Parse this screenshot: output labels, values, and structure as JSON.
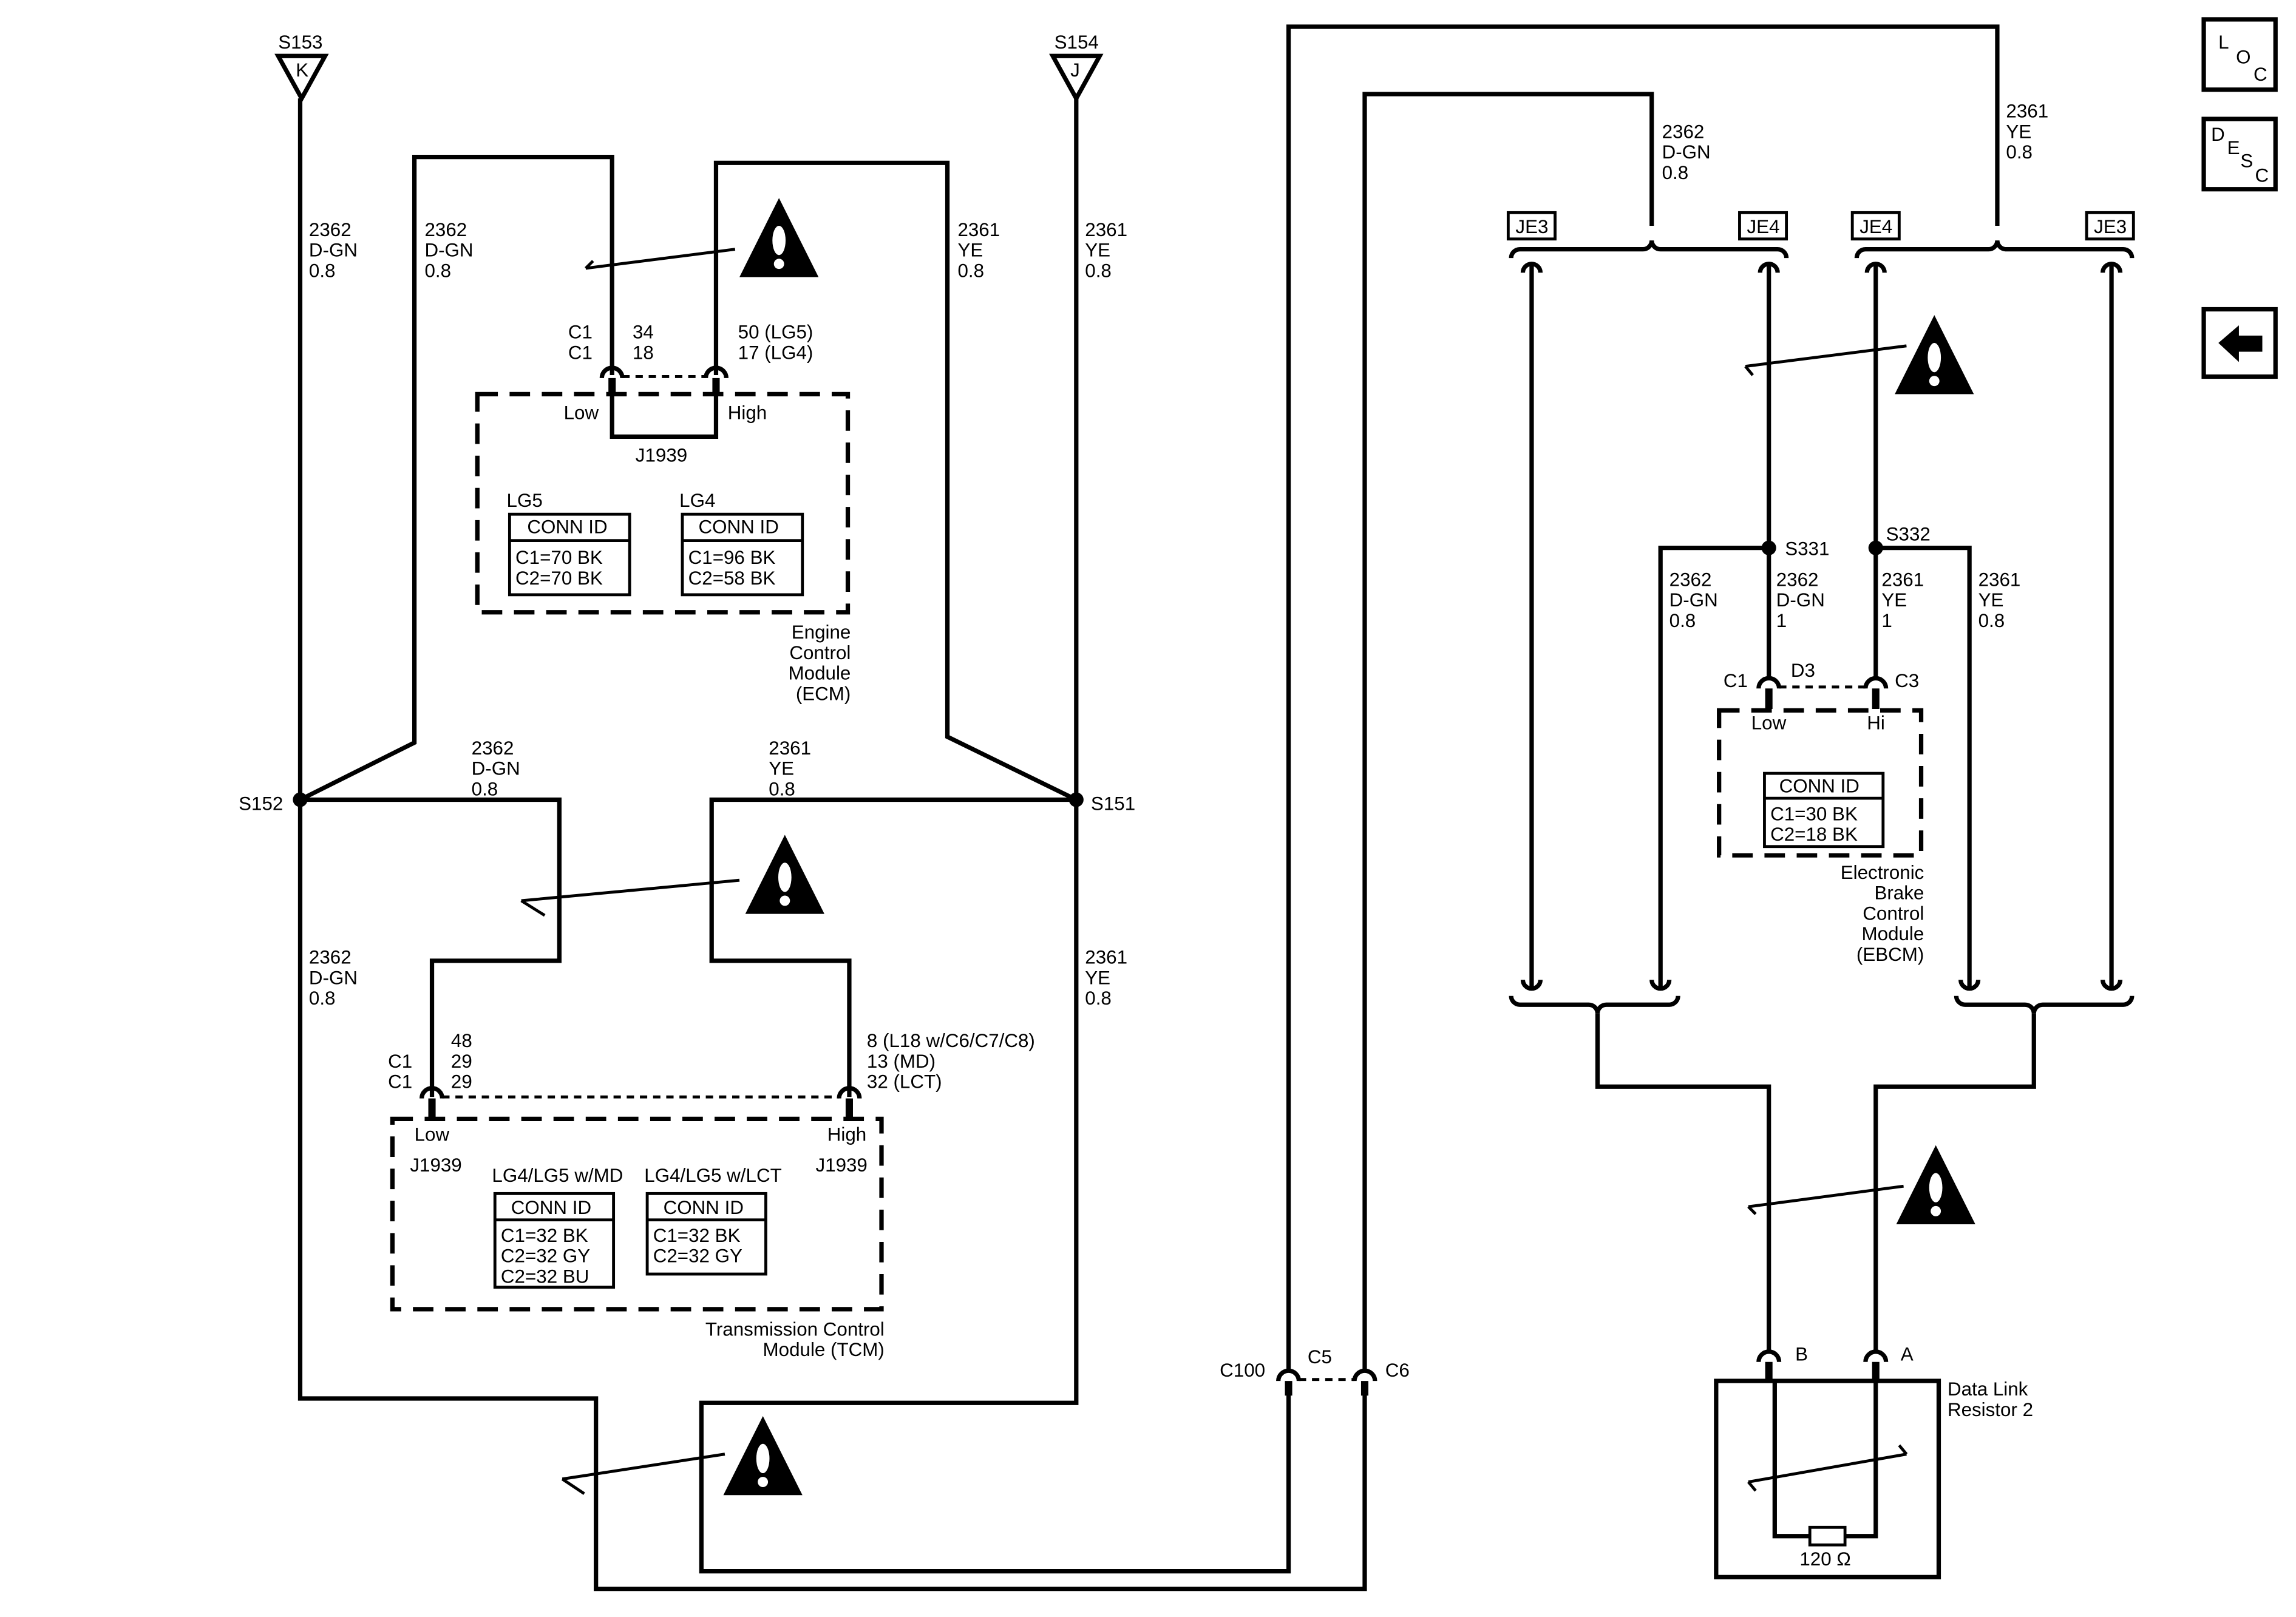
{
  "splices": {
    "s153": "S153",
    "s154": "S154",
    "s152": "S152",
    "s151": "S151",
    "s331": "S331",
    "s332": "S332",
    "k": "K",
    "j": "J"
  },
  "wire_labels": {
    "dgn_left": [
      "2362",
      "D-GN",
      "0.8"
    ],
    "dgn_inner": [
      "2362",
      "D-GN",
      "0.8"
    ],
    "ye_inner": [
      "2361",
      "YE",
      "0.8"
    ],
    "ye_right": [
      "2361",
      "YE",
      "0.8"
    ],
    "dgn_mid": [
      "2362",
      "D-GN",
      "0.8"
    ],
    "ye_mid": [
      "2361",
      "YE",
      "0.8"
    ],
    "dgn_low_left": [
      "2362",
      "D-GN",
      "0.8"
    ],
    "ye_low_right": [
      "2361",
      "YE",
      "0.8"
    ],
    "dgn_top_right": [
      "2362",
      "D-GN",
      "0.8"
    ],
    "ye_top_right": [
      "2361",
      "YE",
      "0.8"
    ],
    "dgn_ebcm_a": [
      "2362",
      "D-GN",
      "0.8"
    ],
    "dgn_ebcm_b": [
      "2362",
      "D-GN",
      "1"
    ],
    "ye_ebcm_a": [
      "2361",
      "YE",
      "1"
    ],
    "ye_ebcm_b": [
      "2361",
      "YE",
      "0.8"
    ]
  },
  "ecm": {
    "conn_left": [
      "C1",
      "C1"
    ],
    "pin_low": [
      "34",
      "18"
    ],
    "pin_high": [
      "50 (LG5)",
      "17 (LG4)"
    ],
    "low": "Low",
    "high": "High",
    "bus": "J1939",
    "lg5_title": "LG5",
    "lg4_title": "LG4",
    "conn_id": "CONN ID",
    "lg5_rows": [
      "C1=70 BK",
      "C2=70 BK"
    ],
    "lg4_rows": [
      "C1=96 BK",
      "C2=58 BK"
    ],
    "name": [
      "Engine",
      "Control",
      "Module",
      "(ECM)"
    ]
  },
  "tcm": {
    "conn_left": [
      "C1",
      "C1"
    ],
    "pin_low": [
      "48",
      "29",
      "29"
    ],
    "pin_high": [
      "8 (L18 w/C6/C7/C8)",
      "13 (MD)",
      "32 (LCT)"
    ],
    "low": "Low",
    "high": "High",
    "bus_left": "J1939",
    "bus_right": "J1939",
    "md_title": "LG4/LG5 w/MD",
    "lct_title": "LG4/LG5 w/LCT",
    "conn_id": "CONN ID",
    "md_rows": [
      "C1=32 BK",
      "C2=32 GY",
      "C2=32 BU"
    ],
    "lct_rows": [
      "C1=32 BK",
      "C2=32 GY"
    ],
    "name": [
      "Transmission Control",
      "Module (TCM)"
    ]
  },
  "inline_connector": {
    "c100": "C100",
    "c5": "C5",
    "c6": "C6"
  },
  "harness_tags": {
    "je3_left": "JE3",
    "je4_left": "JE4",
    "je4_right": "JE4",
    "je3_right": "JE3"
  },
  "ebcm": {
    "c1": "C1",
    "d3": "D3",
    "c3": "C3",
    "low": "Low",
    "hi": "Hi",
    "conn_id": "CONN ID",
    "rows": [
      "C1=30 BK",
      "C2=18 BK"
    ],
    "name": [
      "Electronic",
      "Brake",
      "Control",
      "Module",
      "(EBCM)"
    ]
  },
  "dlr": {
    "pin_b": "B",
    "pin_a": "A",
    "name": [
      "Data Link",
      "Resistor 2"
    ],
    "resistance": "120 Ω"
  },
  "nav": {
    "loc": [
      "L",
      "O",
      "C"
    ],
    "desc": [
      "D",
      "E",
      "S",
      "C"
    ],
    "back_icon": "left-arrow-icon"
  }
}
